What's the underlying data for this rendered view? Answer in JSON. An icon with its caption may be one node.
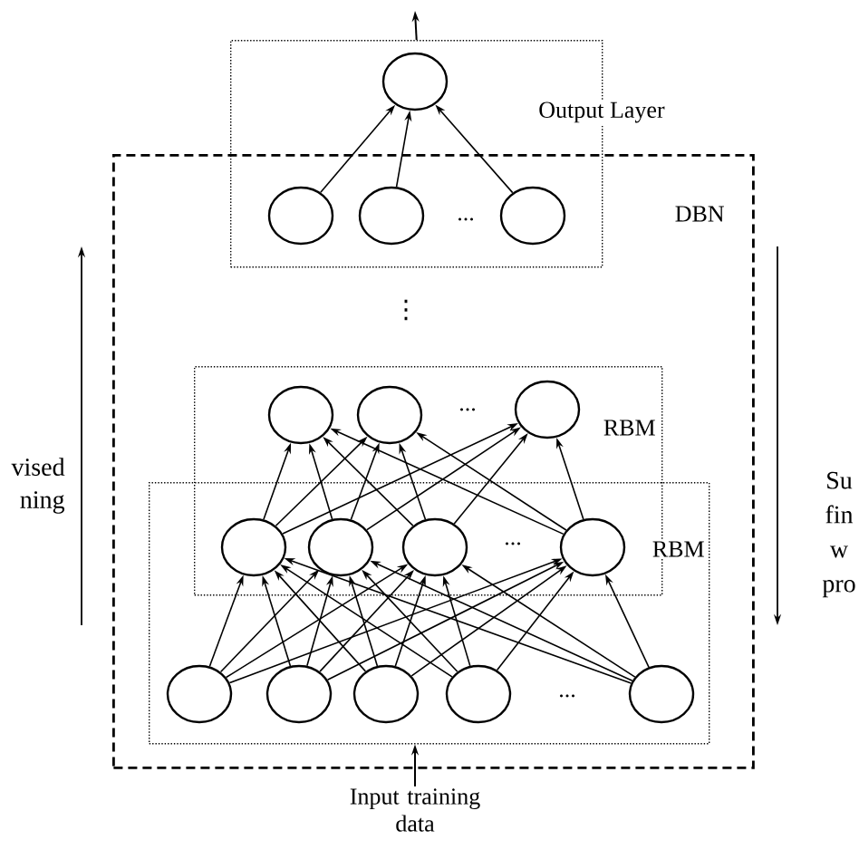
{
  "diagram": {
    "nodes": [
      {
        "text": [
          "Output Layer"
        ]
      },
      {
        "text": [],
        "shape": "circle",
        "in": 0
      },
      {
        "text": [],
        "shape": "circle"
      },
      {
        "text": [],
        "shape": "circle"
      },
      {
        "text": [],
        "shape": "circle"
      },
      {
        "text": [
          "DBN"
        ]
      },
      {
        "text": [
          "RBM"
        ],
        "in": 5
      },
      {
        "text": [],
        "shape": "circle",
        "in": 6
      },
      {
        "text": [],
        "shape": "circle",
        "in": 6
      },
      {
        "text": [],
        "shape": "circle",
        "in": 6
      },
      {
        "text": [
          "RBM"
        ],
        "in": 5
      },
      {
        "text": [],
        "shape": "circle"
      },
      {
        "text": [],
        "shape": "circle"
      },
      {
        "text": [],
        "shape": "circle"
      },
      {
        "text": [],
        "shape": "circle"
      },
      {
        "text": [],
        "shape": "circle",
        "in": 10
      },
      {
        "text": [],
        "shape": "circle",
        "in": 10
      },
      {
        "text": [],
        "shape": "circle",
        "in": 10
      },
      {
        "text": [],
        "shape": "circle",
        "in": 10
      },
      {
        "text": [],
        "shape": "circle",
        "in": 10
      },
      {
        "text": [
          "Input training data"
        ]
      }
    ],
    "edges": [
      {
        "from": 2,
        "to": 1,
        "arrow": "to"
      },
      {
        "from": 3,
        "to": 1,
        "arrow": "to"
      },
      {
        "from": 4,
        "to": 1,
        "arrow": "to"
      },
      {
        "from": 11,
        "to": 7,
        "arrow": "to"
      },
      {
        "from": 11,
        "to": 8,
        "arrow": "to"
      },
      {
        "from": 11,
        "to": 9,
        "arrow": "to"
      },
      {
        "from": 12,
        "to": 7,
        "arrow": "to"
      },
      {
        "from": 12,
        "to": 8,
        "arrow": "to"
      },
      {
        "from": 12,
        "to": 9,
        "arrow": "to"
      },
      {
        "from": 13,
        "to": 7,
        "arrow": "to"
      },
      {
        "from": 13,
        "to": 8,
        "arrow": "to"
      },
      {
        "from": 13,
        "to": 9,
        "arrow": "to"
      },
      {
        "from": 14,
        "to": 7,
        "arrow": "to"
      },
      {
        "from": 14,
        "to": 8,
        "arrow": "to"
      },
      {
        "from": 14,
        "to": 9,
        "arrow": "to"
      },
      {
        "from": 15,
        "to": 11,
        "arrow": "to"
      },
      {
        "from": 15,
        "to": 12,
        "arrow": "to"
      },
      {
        "from": 15,
        "to": 13,
        "arrow": "to"
      },
      {
        "from": 15,
        "to": 14,
        "arrow": "to"
      },
      {
        "from": 16,
        "to": 11,
        "arrow": "to"
      },
      {
        "from": 16,
        "to": 12,
        "arrow": "to"
      },
      {
        "from": 16,
        "to": 13,
        "arrow": "to"
      },
      {
        "from": 16,
        "to": 14,
        "arrow": "to"
      },
      {
        "from": 17,
        "to": 11,
        "arrow": "to"
      },
      {
        "from": 17,
        "to": 12,
        "arrow": "to"
      },
      {
        "from": 17,
        "to": 13,
        "arrow": "to"
      },
      {
        "from": 17,
        "to": 14,
        "arrow": "to"
      },
      {
        "from": 18,
        "to": 11,
        "arrow": "to"
      },
      {
        "from": 18,
        "to": 12,
        "arrow": "to"
      },
      {
        "from": 18,
        "to": 13,
        "arrow": "to"
      },
      {
        "from": 18,
        "to": 14,
        "arrow": "to"
      },
      {
        "from": 19,
        "to": 11,
        "arrow": "to"
      },
      {
        "from": 19,
        "to": 12,
        "arrow": "to"
      },
      {
        "from": 19,
        "to": 13,
        "arrow": "to"
      },
      {
        "from": 19,
        "to": 14,
        "arrow": "to"
      },
      {
        "from": 0,
        "to": null,
        "arrow": "to"
      },
      {
        "from": 20,
        "to": 10,
        "arrow": "to"
      }
    ],
    "labels": [
      "...",
      "⋮",
      "...",
      "vised ning",
      "Su fin w pro",
      "...",
      "..."
    ]
  }
}
